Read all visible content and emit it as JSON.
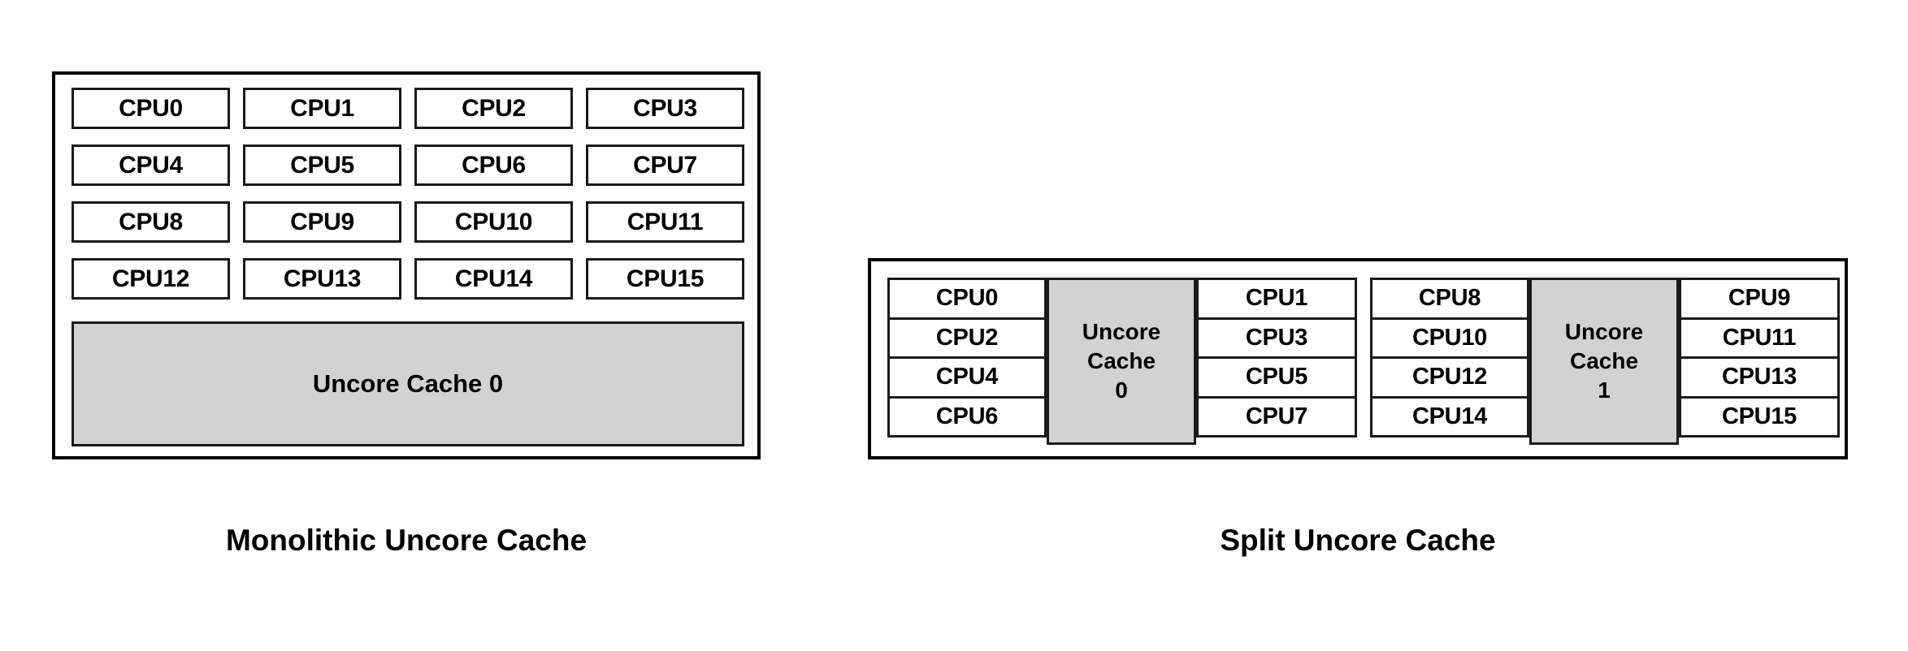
{
  "diagram": {
    "title_left": "Monolithic Uncore Cache",
    "title_right": "Split Uncore Cache",
    "gray_fill": "#d2d2d2",
    "line_color": "#000000"
  },
  "monolithic": {
    "caption": "Monolithic Uncore Cache",
    "cpu_rows": [
      [
        "CPU0",
        "CPU1",
        "CPU2",
        "CPU3"
      ],
      [
        "CPU4",
        "CPU5",
        "CPU6",
        "CPU7"
      ],
      [
        "CPU8",
        "CPU9",
        "CPU10",
        "CPU11"
      ],
      [
        "CPU12",
        "CPU13",
        "CPU14",
        "CPU15"
      ]
    ],
    "cache_label": "Uncore Cache 0"
  },
  "split": {
    "caption": "Split Uncore Cache",
    "halves": [
      {
        "left_column": [
          "CPU0",
          "CPU2",
          "CPU4",
          "CPU6"
        ],
        "cache_lines": [
          "Uncore",
          "Cache",
          "0"
        ],
        "right_column": [
          "CPU1",
          "CPU3",
          "CPU5",
          "CPU7"
        ]
      },
      {
        "left_column": [
          "CPU8",
          "CPU10",
          "CPU12",
          "CPU14"
        ],
        "cache_lines": [
          "Uncore",
          "Cache",
          "1"
        ],
        "right_column": [
          "CPU9",
          "CPU11",
          "CPU13",
          "CPU15"
        ]
      }
    ]
  }
}
